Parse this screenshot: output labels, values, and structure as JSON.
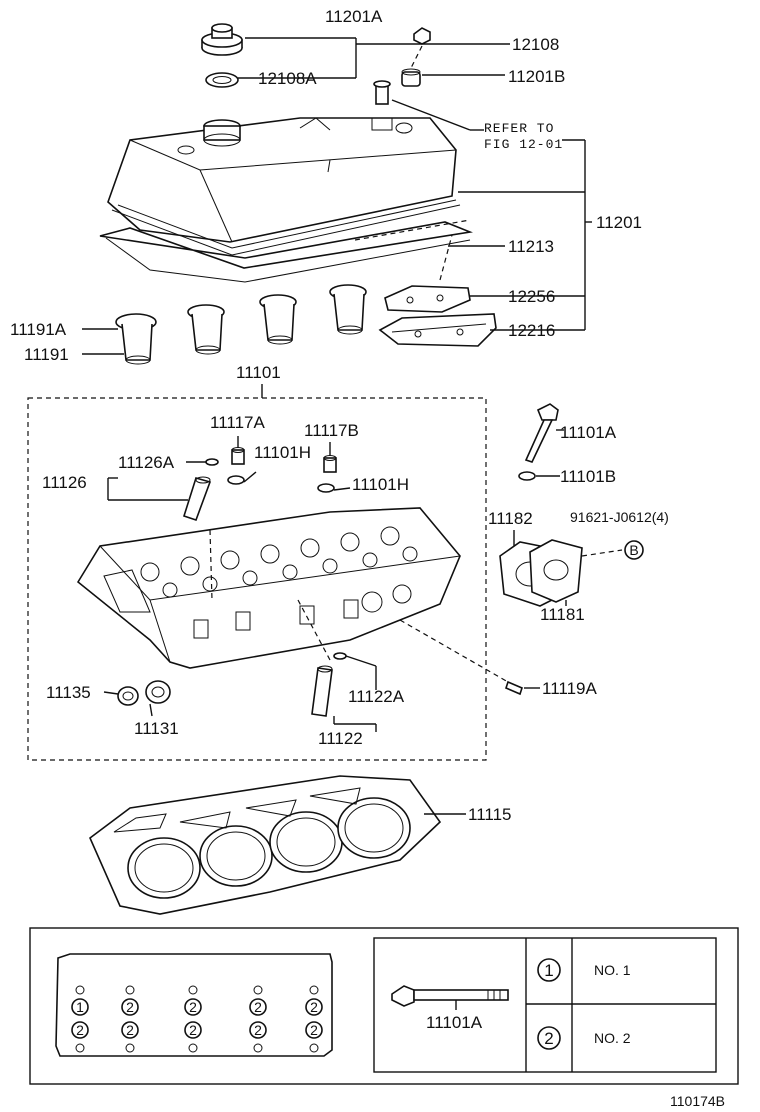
{
  "labels": {
    "p11201A": "11201A",
    "p12108": "12108",
    "p12108A": "12108A",
    "p11201B": "11201B",
    "refer1": "REFER TO",
    "refer2": "FIG 12-01",
    "p11201": "11201",
    "p11213": "11213",
    "p12256": "12256",
    "p12216": "12216",
    "p11191A": "11191A",
    "p11191": "11191",
    "p11101": "11101",
    "p11117A": "11117A",
    "p11117B": "11117B",
    "p11126A": "11126A",
    "p11101H_a": "11101H",
    "p11101H_b": "11101H",
    "p11126": "11126",
    "p11101A": "11101A",
    "p11101B": "11101B",
    "p11182": "11182",
    "p91621": "91621-J0612(4)",
    "markerB": "B",
    "p11181": "11181",
    "p11135": "11135",
    "p11131": "11131",
    "p11122A": "11122A",
    "p11122": "11122",
    "p11119A": "11119A",
    "p11115": "11115",
    "bolt_label": "11101A",
    "legend_mark1": "1",
    "legend_mark2": "2",
    "legend_no1": "NO. 1",
    "legend_no2": "NO. 2",
    "figure_id": "110174B"
  },
  "bolt_pattern": [
    [
      "1",
      "2",
      "2",
      "2",
      "2"
    ],
    [
      "2",
      "2",
      "2",
      "2",
      "2"
    ]
  ]
}
